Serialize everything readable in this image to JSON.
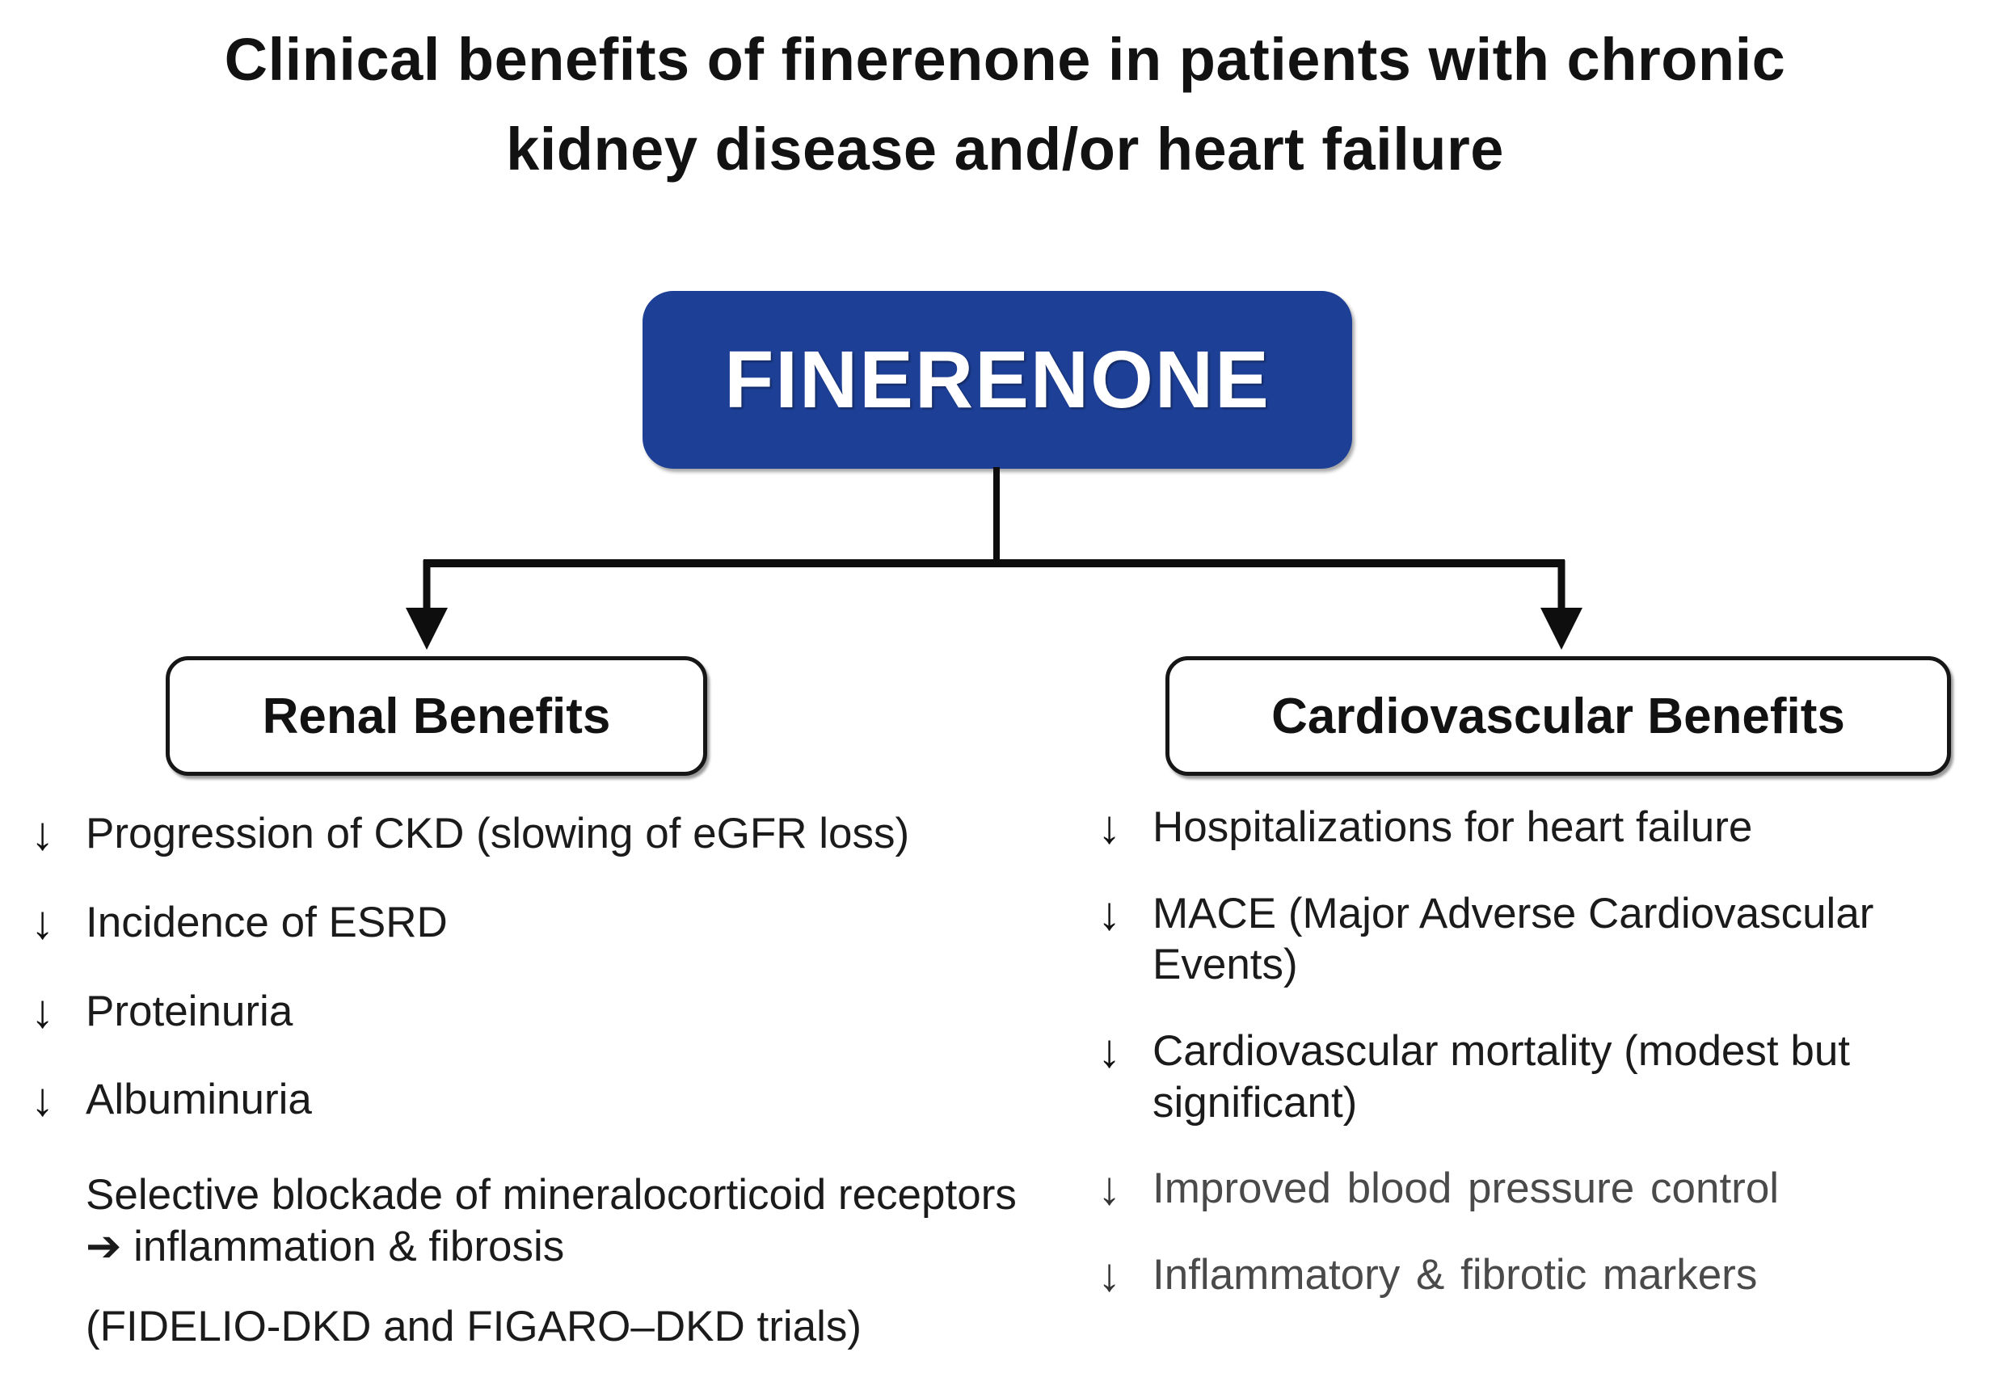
{
  "title": {
    "line1": "Clinical benefits of finerenone in patients with chronic",
    "line2": "kidney disease and/or heart failure"
  },
  "root_box": {
    "label": "FINERENONE",
    "bg_color": "#1d3f96",
    "text_color": "#ffffff"
  },
  "glyphs": {
    "down_arrow": "↓",
    "right_arrow": "➔"
  },
  "branches": {
    "renal": {
      "header": "Renal Benefits",
      "items": [
        {
          "icon": "down-arrow",
          "text": "Progression of CKD (slowing of eGFR loss)"
        },
        {
          "icon": "down-arrow",
          "text": "Incidence of ESRD"
        },
        {
          "icon": "down-arrow",
          "text": "Proteinuria"
        },
        {
          "icon": "down-arrow",
          "text": "Albuminuria"
        },
        {
          "icon": "none",
          "text": "Selective blockade of mineralocorticoid receptors ➔ inflammation & fibrosis"
        },
        {
          "icon": "none",
          "text": "(FIDELIO-DKD and FIGARO–DKD trials)"
        }
      ]
    },
    "cardio": {
      "header": "Cardiovascular Benefits",
      "items": [
        {
          "icon": "down-arrow",
          "text": "Hospitalizations for heart failure"
        },
        {
          "icon": "down-arrow",
          "text": "MACE (Major Adverse Cardiovascular Events)"
        },
        {
          "icon": "down-arrow",
          "text": "Cardiovascular mortality (modest but significant)"
        },
        {
          "icon": "down-arrow",
          "text": "Improved blood pressure control"
        },
        {
          "icon": "down-arrow",
          "text": "Inflammatory & fibrotic markers"
        }
      ]
    }
  },
  "colors": {
    "root_box_blue": "#1d3f96",
    "text_black": "#161616",
    "muted_gray": "#4a4a4a",
    "background": "#ffffff",
    "connector_black": "#0e0e0e"
  }
}
